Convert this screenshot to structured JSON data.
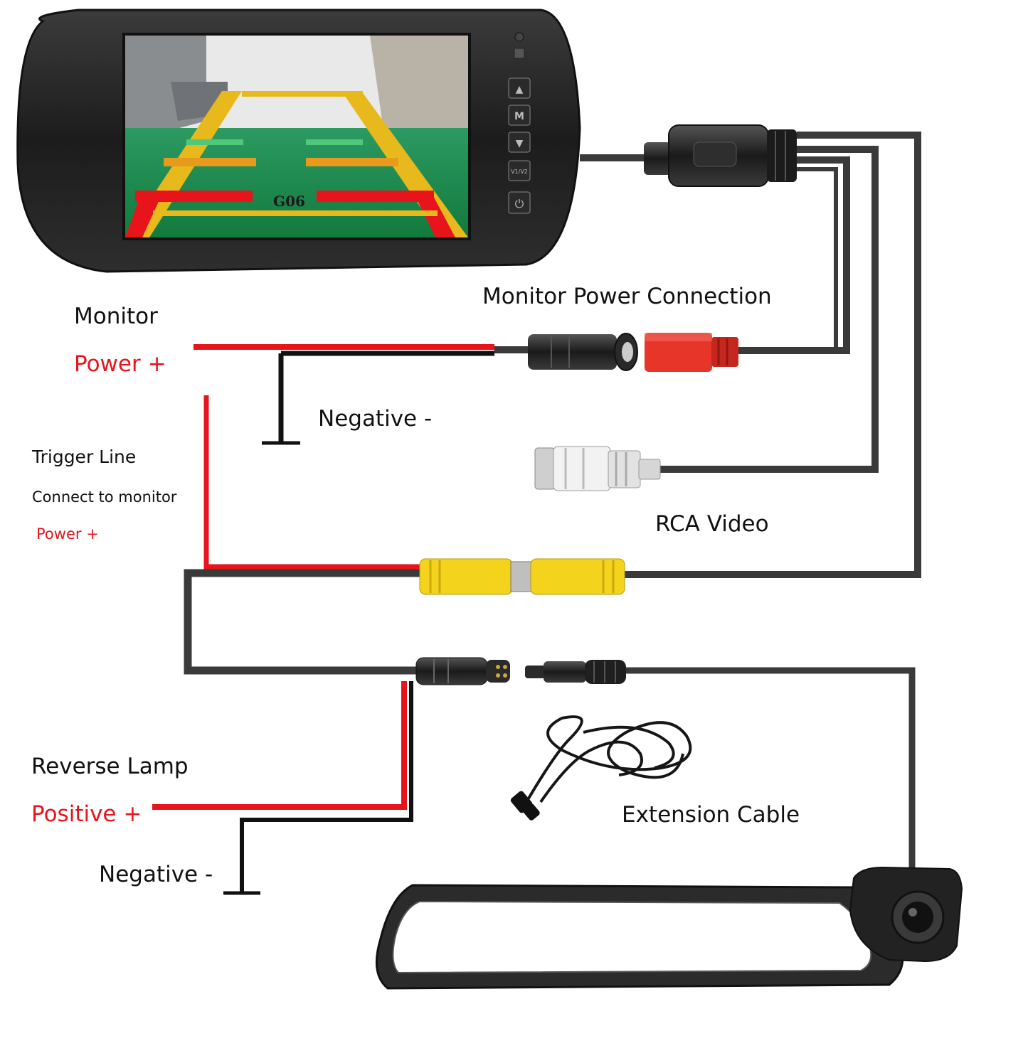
{
  "labels": {
    "monitor": "Monitor",
    "monitor_power": "Power +",
    "monitor_power_connection": "Monitor Power Connection",
    "negative_top": "Negative -",
    "trigger_line": "Trigger Line",
    "connect_to_monitor": "Connect to monitor",
    "trigger_power": "Power +",
    "rca_video": "RCA Video",
    "reverse_lamp": "Reverse Lamp",
    "reverse_positive": "Positive +",
    "negative_bottom": "Negative -",
    "extension_cable": "Extension Cable"
  },
  "monitor": {
    "screen_text": "G06",
    "buttons": [
      "▲",
      "M",
      "▼",
      "V1/V2",
      "⏻"
    ]
  },
  "colors": {
    "wire_black": "#111111",
    "wire_gray": "#3a3a3a",
    "wire_red": "#e8141c",
    "label_red": "#e8141c",
    "rca_red": "#e8352a",
    "rca_yellow": "#f3d31c",
    "rca_white": "#eeeeee",
    "screen_green": "#1f8a4f",
    "monitor_body": "#222222"
  }
}
